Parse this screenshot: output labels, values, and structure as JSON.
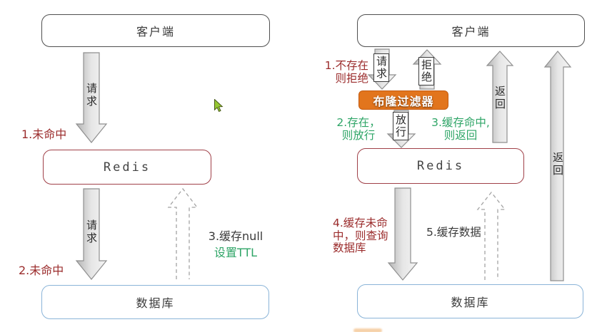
{
  "left": {
    "client": "客户端",
    "redis": "Redis",
    "db": "数据库",
    "req1": "请求",
    "req2": "请求",
    "step1": "1.未命中",
    "step2": "2.未命中",
    "step3_l1": "3.缓存null",
    "step3_l2": "设置TTL"
  },
  "right": {
    "client": "客户端",
    "bloom": "布隆过滤器",
    "redis": "Redis",
    "db": "数据库",
    "request": "请求",
    "reject": "拒绝",
    "pass": "放行",
    "return_mid": "返回",
    "return_right": "返回",
    "step1_l1": "1.不存在",
    "step1_l2": "则拒绝",
    "step2_l1": "2.存在，",
    "step2_l2": "则放行",
    "step3_l1": "3.缓存命中,",
    "step3_l2": "则返回",
    "step4_l1": "4.缓存未命",
    "step4_l2": "中，则查询",
    "step4_l3": "数据库",
    "step5": "5.缓存数据"
  },
  "colors": {
    "red_text": "#9b2c2c",
    "green_text": "#2fa567",
    "bloom_fill": "#e2751d",
    "bloom_border": "#c35a10",
    "redis_border": "#a04048",
    "db_border": "#8ab4d8",
    "client_border": "#4f4f4f",
    "arrow_dark": "#bdbdbd",
    "arrow_light": "#f2f2f2",
    "cursor_green": "#96c832"
  }
}
